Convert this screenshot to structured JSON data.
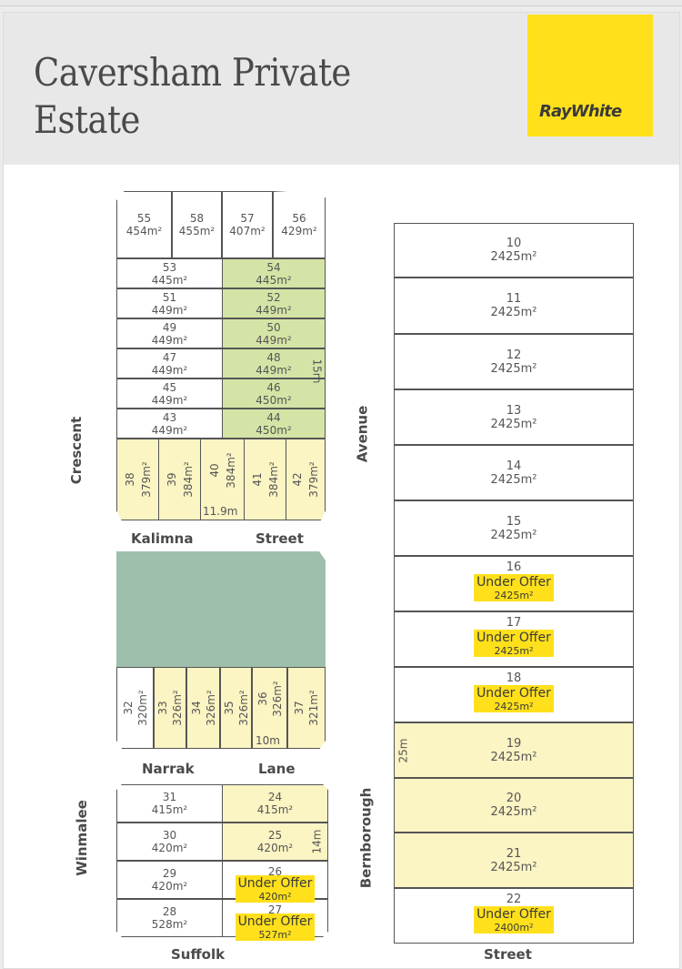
{
  "header": {
    "title": "Caversham Private Estate",
    "logo_text": "RayWhite",
    "logo_color": "#ffe01b"
  },
  "legend_colors": {
    "green": "#d4e4a6",
    "yellow": "#fbf4c3",
    "park": "#9fbfad",
    "offer_badge": "#ffe01b"
  },
  "streets": {
    "crescent": "Crescent",
    "avenue": "Avenue",
    "kalimna": "Kalimna",
    "kalimna_street": "Street",
    "narrak": "Narrak",
    "lane": "Lane",
    "winmalee": "Winmalee",
    "bernborough": "Bernborough",
    "suffolk": "Suffolk",
    "bottom_street": "Street"
  },
  "dimensions": {
    "d15m": "15m",
    "d11_9m": "11.9m",
    "d10m": "10m",
    "d14m": "14m",
    "d25m": "25m"
  },
  "status_label": "Under Offer",
  "top_row": [
    {
      "lot": "55",
      "area": "454m²"
    },
    {
      "lot": "58",
      "area": "455m²"
    },
    {
      "lot": "57",
      "area": "407m²"
    },
    {
      "lot": "56",
      "area": "429m²"
    }
  ],
  "left_column": [
    {
      "lot": "53",
      "area": "445m²"
    },
    {
      "lot": "51",
      "area": "449m²"
    },
    {
      "lot": "49",
      "area": "449m²"
    },
    {
      "lot": "47",
      "area": "449m²"
    },
    {
      "lot": "45",
      "area": "449m²"
    },
    {
      "lot": "43",
      "area": "449m²"
    }
  ],
  "right_column": [
    {
      "lot": "54",
      "area": "445m²"
    },
    {
      "lot": "52",
      "area": "449m²"
    },
    {
      "lot": "50",
      "area": "449m²"
    },
    {
      "lot": "48",
      "area": "449m²"
    },
    {
      "lot": "46",
      "area": "450m²"
    },
    {
      "lot": "44",
      "area": "450m²"
    }
  ],
  "kalimna_row": [
    {
      "lot": "38",
      "area": "379m²"
    },
    {
      "lot": "39",
      "area": "384m²"
    },
    {
      "lot": "40",
      "area": "384m²"
    },
    {
      "lot": "41",
      "area": "384m²"
    },
    {
      "lot": "42",
      "area": "379m²"
    }
  ],
  "narrak_row": [
    {
      "lot": "32",
      "area": "320m²",
      "fill": "white"
    },
    {
      "lot": "33",
      "area": "326m²",
      "fill": "yellow"
    },
    {
      "lot": "34",
      "area": "326m²",
      "fill": "yellow"
    },
    {
      "lot": "35",
      "area": "326m²",
      "fill": "yellow"
    },
    {
      "lot": "36",
      "area": "326m²",
      "fill": "yellow"
    },
    {
      "lot": "37",
      "area": "321m²",
      "fill": "yellow"
    }
  ],
  "suffolk_left": [
    {
      "lot": "31",
      "area": "415m²"
    },
    {
      "lot": "30",
      "area": "420m²"
    },
    {
      "lot": "29",
      "area": "420m²"
    },
    {
      "lot": "28",
      "area": "528m²"
    }
  ],
  "suffolk_right": [
    {
      "lot": "24",
      "area": "415m²",
      "fill": "yellow"
    },
    {
      "lot": "25",
      "area": "420m²",
      "fill": "yellow"
    },
    {
      "lot": "26",
      "area": "420m²",
      "fill": "white",
      "under_offer": true
    },
    {
      "lot": "27",
      "area": "527m²",
      "fill": "white",
      "under_offer": true
    }
  ],
  "large_lots": [
    {
      "lot": "10",
      "area": "2425m²",
      "fill": "white"
    },
    {
      "lot": "11",
      "area": "2425m²",
      "fill": "white"
    },
    {
      "lot": "12",
      "area": "2425m²",
      "fill": "white"
    },
    {
      "lot": "13",
      "area": "2425m²",
      "fill": "white"
    },
    {
      "lot": "14",
      "area": "2425m²",
      "fill": "white"
    },
    {
      "lot": "15",
      "area": "2425m²",
      "fill": "white"
    },
    {
      "lot": "16",
      "area": "2425m²",
      "fill": "white",
      "under_offer": true
    },
    {
      "lot": "17",
      "area": "2425m²",
      "fill": "white",
      "under_offer": true
    },
    {
      "lot": "18",
      "area": "2425m²",
      "fill": "white",
      "under_offer": true
    },
    {
      "lot": "19",
      "area": "2425m²",
      "fill": "yellow"
    },
    {
      "lot": "20",
      "area": "2425m²",
      "fill": "yellow"
    },
    {
      "lot": "21",
      "area": "2425m²",
      "fill": "yellow"
    },
    {
      "lot": "22",
      "area": "2400m²",
      "fill": "white",
      "under_offer": true
    }
  ]
}
